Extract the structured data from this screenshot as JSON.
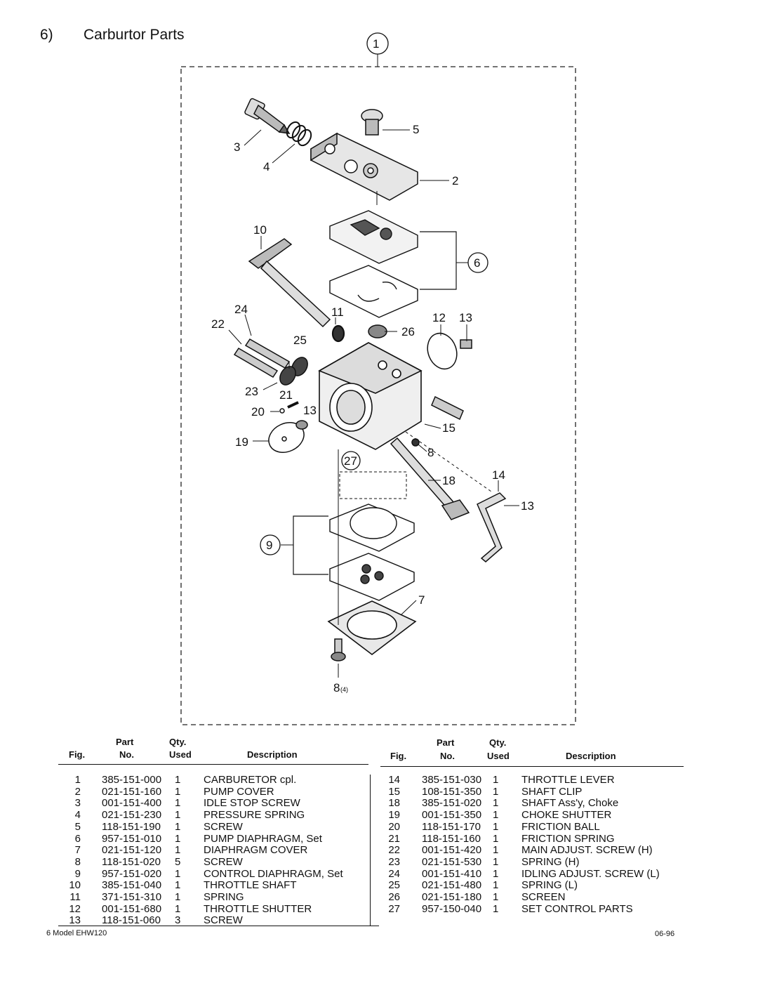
{
  "section": {
    "number": "6)",
    "title": "Carburtor Parts"
  },
  "diagram": {
    "callouts": [
      "1",
      "2",
      "3",
      "4",
      "5",
      "6",
      "7",
      "8",
      "9",
      "10",
      "11",
      "12",
      "13",
      "13",
      "13",
      "14",
      "15",
      "18",
      "19",
      "20",
      "21",
      "22",
      "23",
      "24",
      "25",
      "26",
      "27",
      "8"
    ],
    "sub_note": "(4)"
  },
  "table": {
    "headers": {
      "fig": "Fig.",
      "part_top": "Part",
      "part_bottom": "No.",
      "qty_top": "Qty.",
      "qty_bottom": "Used",
      "desc": "Description"
    },
    "left_rows": [
      {
        "fig": "1",
        "part": "385-151-000",
        "qty": "1",
        "desc": "CARBURETOR cpl."
      },
      {
        "fig": "2",
        "part": "021-151-160",
        "qty": "1",
        "desc": "PUMP COVER"
      },
      {
        "fig": "3",
        "part": "001-151-400",
        "qty": "1",
        "desc": "IDLE STOP SCREW"
      },
      {
        "fig": "4",
        "part": "021-151-230",
        "qty": "1",
        "desc": "PRESSURE SPRING"
      },
      {
        "fig": "5",
        "part": "118-151-190",
        "qty": "1",
        "desc": "SCREW"
      },
      {
        "fig": "6",
        "part": "957-151-010",
        "qty": "1",
        "desc": "PUMP DIAPHRAGM, Set"
      },
      {
        "fig": "7",
        "part": "021-151-120",
        "qty": "1",
        "desc": "DIAPHRAGM COVER"
      },
      {
        "fig": "8",
        "part": "118-151-020",
        "qty": "5",
        "desc": "SCREW"
      },
      {
        "fig": "9",
        "part": "957-151-020",
        "qty": "1",
        "desc": "CONTROL DIAPHRAGM, Set"
      },
      {
        "fig": "10",
        "part": "385-151-040",
        "qty": "1",
        "desc": "THROTTLE SHAFT"
      },
      {
        "fig": "11",
        "part": "371-151-310",
        "qty": "1",
        "desc": "SPRING"
      },
      {
        "fig": "12",
        "part": "001-151-680",
        "qty": "1",
        "desc": "THROTTLE SHUTTER"
      },
      {
        "fig": "13",
        "part": "118-151-060",
        "qty": "3",
        "desc": "SCREW"
      }
    ],
    "right_rows": [
      {
        "fig": "14",
        "part": "385-151-030",
        "qty": "1",
        "desc": "THROTTLE LEVER"
      },
      {
        "fig": "15",
        "part": "108-151-350",
        "qty": "1",
        "desc": "SHAFT CLIP"
      },
      {
        "fig": "18",
        "part": "385-151-020",
        "qty": "1",
        "desc": "SHAFT Ass'y, Choke"
      },
      {
        "fig": "19",
        "part": "001-151-350",
        "qty": "1",
        "desc": "CHOKE SHUTTER"
      },
      {
        "fig": "20",
        "part": "118-151-170",
        "qty": "1",
        "desc": "FRICTION BALL"
      },
      {
        "fig": "21",
        "part": "118-151-160",
        "qty": "1",
        "desc": "FRICTION SPRING"
      },
      {
        "fig": "22",
        "part": "001-151-420",
        "qty": "1",
        "desc": "MAIN ADJUST. SCREW (H)"
      },
      {
        "fig": "23",
        "part": "021-151-530",
        "qty": "1",
        "desc": "SPRING (H)"
      },
      {
        "fig": "24",
        "part": "001-151-410",
        "qty": "1",
        "desc": "IDLING ADJUST. SCREW (L)"
      },
      {
        "fig": "25",
        "part": "021-151-480",
        "qty": "1",
        "desc": "SPRING (L)"
      },
      {
        "fig": "26",
        "part": "021-151-180",
        "qty": "1",
        "desc": "SCREEN"
      },
      {
        "fig": "27",
        "part": "957-150-040",
        "qty": "1",
        "desc": "SET CONTROL PARTS"
      }
    ]
  },
  "footer": {
    "left": "6 Model EHW120",
    "right": "06-96"
  }
}
